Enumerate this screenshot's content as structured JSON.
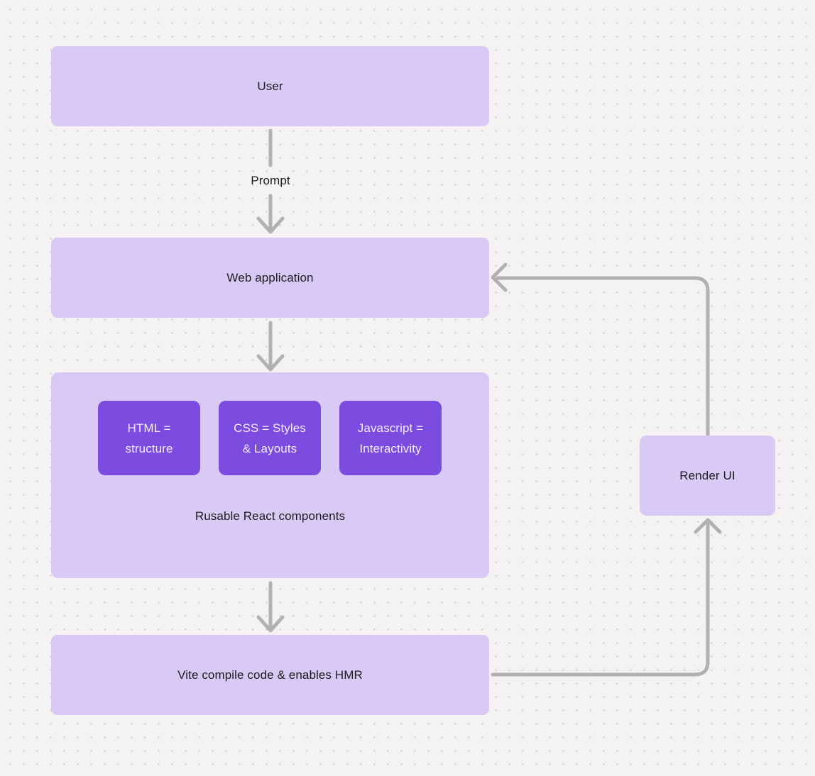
{
  "diagram": {
    "nodes": {
      "user": {
        "label": "User"
      },
      "web_application": {
        "label": "Web application"
      },
      "components": {
        "caption": "Rusable React components",
        "chips": [
          {
            "label": "HTML =\nstructure"
          },
          {
            "label": "CSS = Styles\n& Layouts"
          },
          {
            "label": "Javascript =\nInteractivity"
          }
        ]
      },
      "vite": {
        "label": "Vite compile code & enables HMR"
      },
      "render_ui": {
        "label": "Render UI"
      }
    },
    "edges": {
      "user_to_web_label": "Prompt"
    },
    "colors": {
      "background": "#f4f3f1",
      "dot_grid": "#c8c6c4",
      "node_fill": "#d8caf5",
      "chip_fill": "#7c4ce1",
      "chip_text": "#f3edfe",
      "node_text": "#1d1b22",
      "arrow": "#b3b0b0"
    }
  }
}
